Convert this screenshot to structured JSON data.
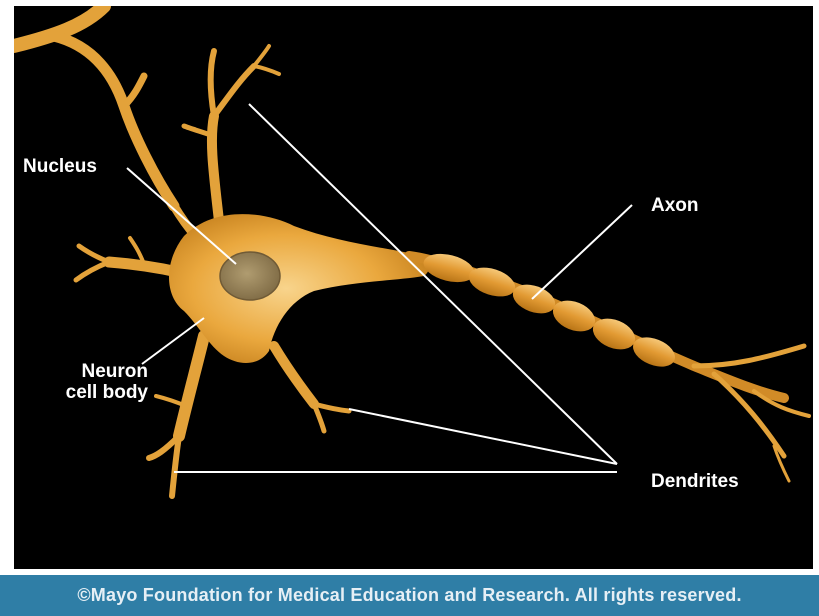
{
  "labels": {
    "nucleus": "Nucleus",
    "axon": "Axon",
    "neuron_cell_body_line1": "Neuron",
    "neuron_cell_body_line2": "cell body",
    "dendrites": "Dendrites"
  },
  "copyright": "©Mayo Foundation for Medical Education and Research.  All rights reserved.",
  "colors": {
    "background": "#000000",
    "neuron": "#e8a73c",
    "neuron_highlight": "#f7d08a",
    "nucleus": "#9a8356",
    "leader_lines": "#ffffff",
    "copyright_bar": "#2f7ea6"
  }
}
